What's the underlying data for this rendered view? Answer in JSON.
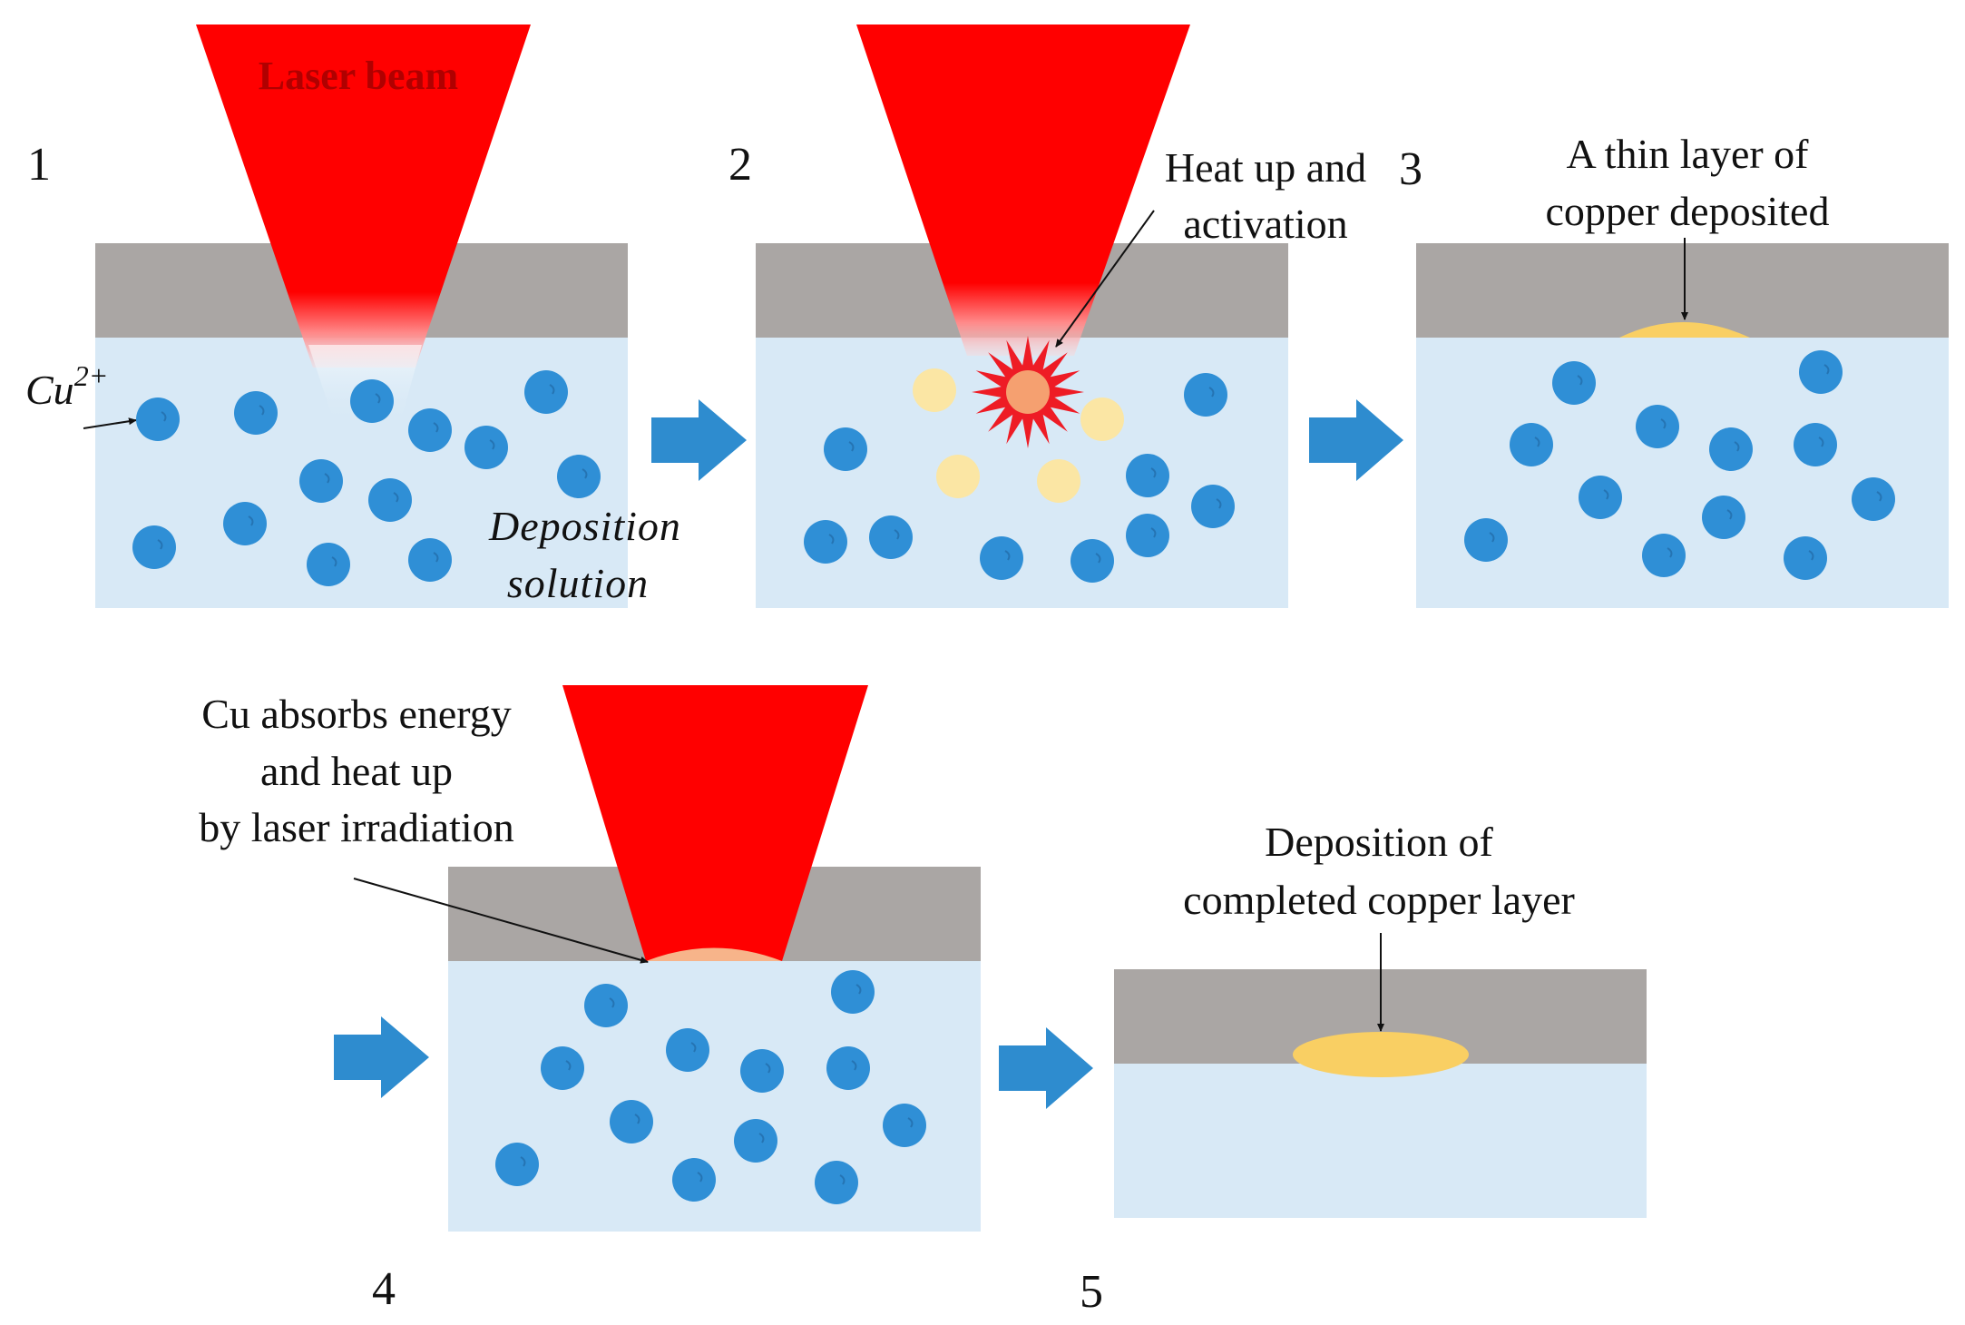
{
  "colors": {
    "laser": "#ff0000",
    "substrate": "#aaa6a4",
    "solution": "#d8e9f6",
    "ion": "#2f8fd6",
    "ion_mark": "#2574b3",
    "arrow": "#2e8ccf",
    "copper": "#f9cf63",
    "heated_ion": "#fbe6a4",
    "hot_core": "#f5a070",
    "burst": "#ee1c25"
  },
  "icons": {
    "process_arrow": "blue-right-arrow",
    "ion": "blue-circle",
    "burst": "red-starburst"
  },
  "panels": [
    {
      "number": "1",
      "beam_label": "Laser beam",
      "ion_label": "Cu",
      "ion_charge": "2+",
      "solution_label_line1": "Deposition",
      "solution_label_line2": "solution"
    },
    {
      "number": "2",
      "annotation_line1": "Heat up and",
      "annotation_line2": "activation"
    },
    {
      "number": "3",
      "annotation_line1": "A thin layer of",
      "annotation_line2": "copper deposited"
    },
    {
      "number": "4",
      "annotation_line1": "Cu absorbs energy",
      "annotation_line2": "and heat up",
      "annotation_line3": "by laser irradiation"
    },
    {
      "number": "5",
      "annotation_line1": "Deposition of",
      "annotation_line2": "completed copper layer"
    }
  ]
}
